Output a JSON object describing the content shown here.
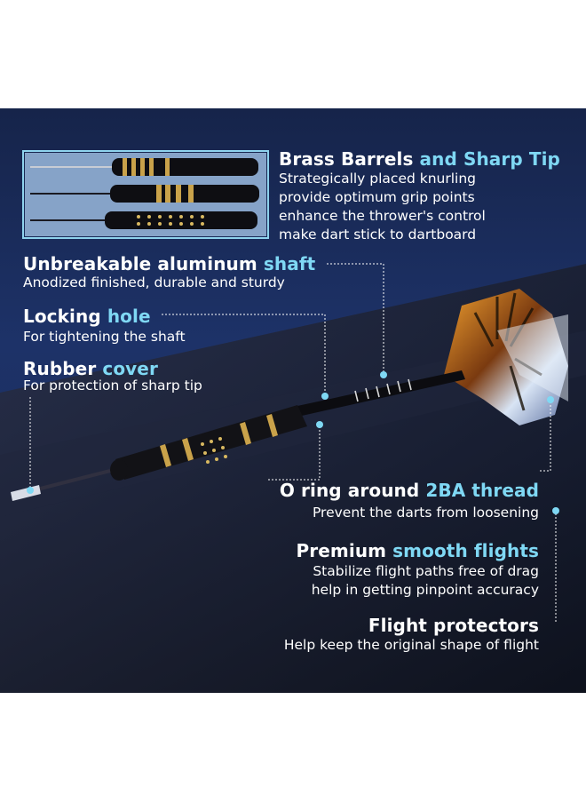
{
  "colors": {
    "accent": "#7fd8f4",
    "background": "#1c2f62",
    "gold": "#c9a24a"
  },
  "callouts": {
    "brass": {
      "title_a": "Brass Barrels ",
      "title_and": "and ",
      "title_b": "Sharp Tip",
      "lines": [
        "Strategically placed knurling",
        "provide optimum grip points",
        "enhance the thrower's control",
        "make dart stick to dartboard"
      ]
    },
    "shaft": {
      "title_a": "Unbreakable aluminum ",
      "title_b": "shaft",
      "desc": "Anodized finished, durable and sturdy"
    },
    "locking": {
      "title_a": "Locking ",
      "title_b": "hole",
      "desc": "For tightening the shaft"
    },
    "rubber": {
      "title_a": "Rubber ",
      "title_b": "cover",
      "desc": "For protection of sharp tip"
    },
    "oring": {
      "title_a": "O ring around ",
      "title_b": "2BA thread",
      "desc": "Prevent the darts from loosening"
    },
    "flights": {
      "title_a": "Premium ",
      "title_b": "smooth flights",
      "lines": [
        "Stabilize flight paths free of drag",
        "help in getting pinpoint accuracy"
      ]
    },
    "protectors": {
      "title": "Flight protectors",
      "desc": "Help keep the original shape of flight"
    }
  }
}
